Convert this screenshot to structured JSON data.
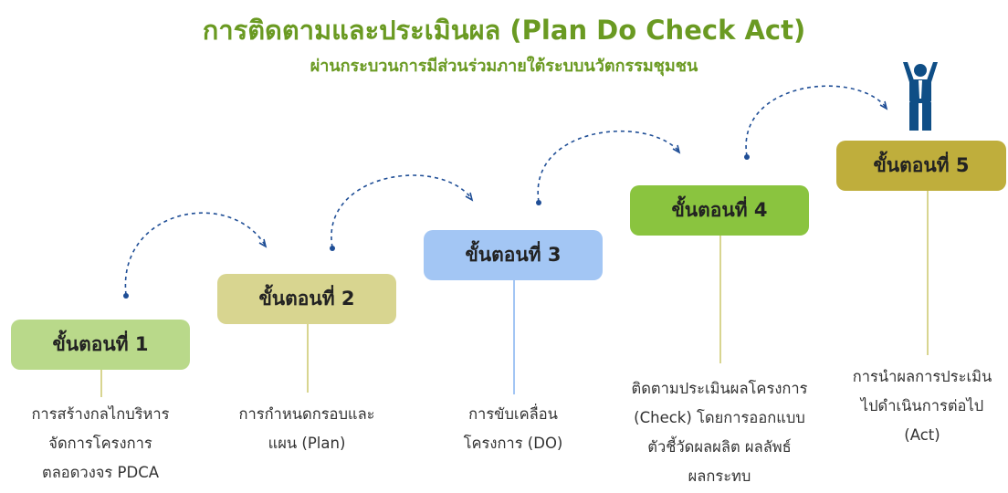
{
  "title": "การติดตามและประเมินผล (Plan Do Check Act)",
  "subtitle": "ผ่านกระบวนการมีส่วนร่วมภายใต้ระบบนวัตกรรมชุมชน",
  "steps": [
    {
      "label": "ขั้นตอนที่ 1",
      "desc": [
        "การสร้างกลไกบริหาร",
        "จัดการโครงการ",
        "ตลอดวงจร PDCA"
      ]
    },
    {
      "label": "ขั้นตอนที่ 2",
      "desc": [
        "การกำหนดกรอบและ",
        "แผน (Plan)"
      ]
    },
    {
      "label": "ขั้นตอนที่ 3",
      "desc": [
        "การขับเคลื่อน",
        "โครงการ (DO)"
      ]
    },
    {
      "label": "ขั้นตอนที่ 4",
      "desc": [
        "ติดตามประเมินผลโครงการ",
        "(Check) โดยการออกแบบ",
        "ตัวชี้วัดผลผลิต ผลลัพธ์",
        "ผลกระทบ"
      ]
    },
    {
      "label": "ขั้นตอนที่ 5",
      "desc": [
        "การนำผลการประเมิน",
        "ไปดำเนินการต่อไป",
        "(Act)"
      ]
    }
  ],
  "colors": {
    "title": "#6a9a22",
    "step1": "#b9d98a",
    "step2": "#d8d590",
    "step3": "#a3c6f4",
    "step4": "#8ac43f",
    "step5": "#bfae3c",
    "arrow": "#1f4e96",
    "person": "#0f4e86"
  },
  "icons": {
    "person": "person-celebrating-icon",
    "arrow": "dashed-curved-arrow-icon"
  }
}
